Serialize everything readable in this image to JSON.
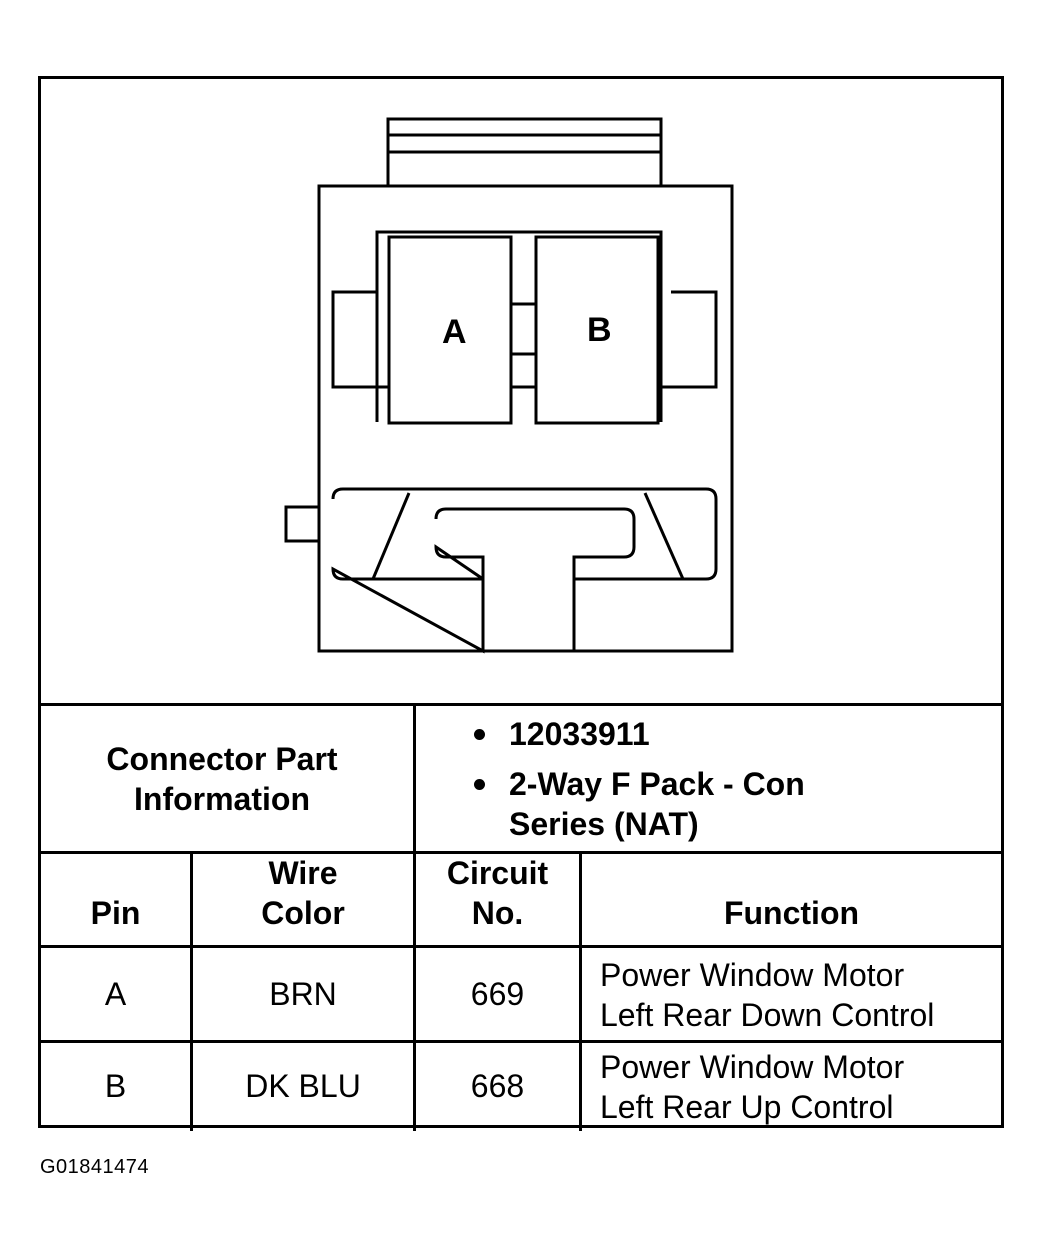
{
  "connector": {
    "cavity_labels": [
      "A",
      "B"
    ]
  },
  "part_info": {
    "heading": "Connector Part Information",
    "items": [
      "12033911",
      "2-Way F Pack - Con Series (NAT)"
    ]
  },
  "table": {
    "headers": {
      "pin": "Pin",
      "wire_color": "Wire Color",
      "circuit_no": "Circuit No.",
      "function": "Function"
    },
    "rows": [
      {
        "pin": "A",
        "wire_color": "BRN",
        "circuit_no": "669",
        "function_line1": "Power Window Motor",
        "function_line2": "Left Rear Down Control"
      },
      {
        "pin": "B",
        "wire_color": "DK BLU",
        "circuit_no": "668",
        "function_line1": "Power Window Motor",
        "function_line2": "Left Rear Up Control"
      }
    ]
  },
  "figure_id": "G01841474"
}
